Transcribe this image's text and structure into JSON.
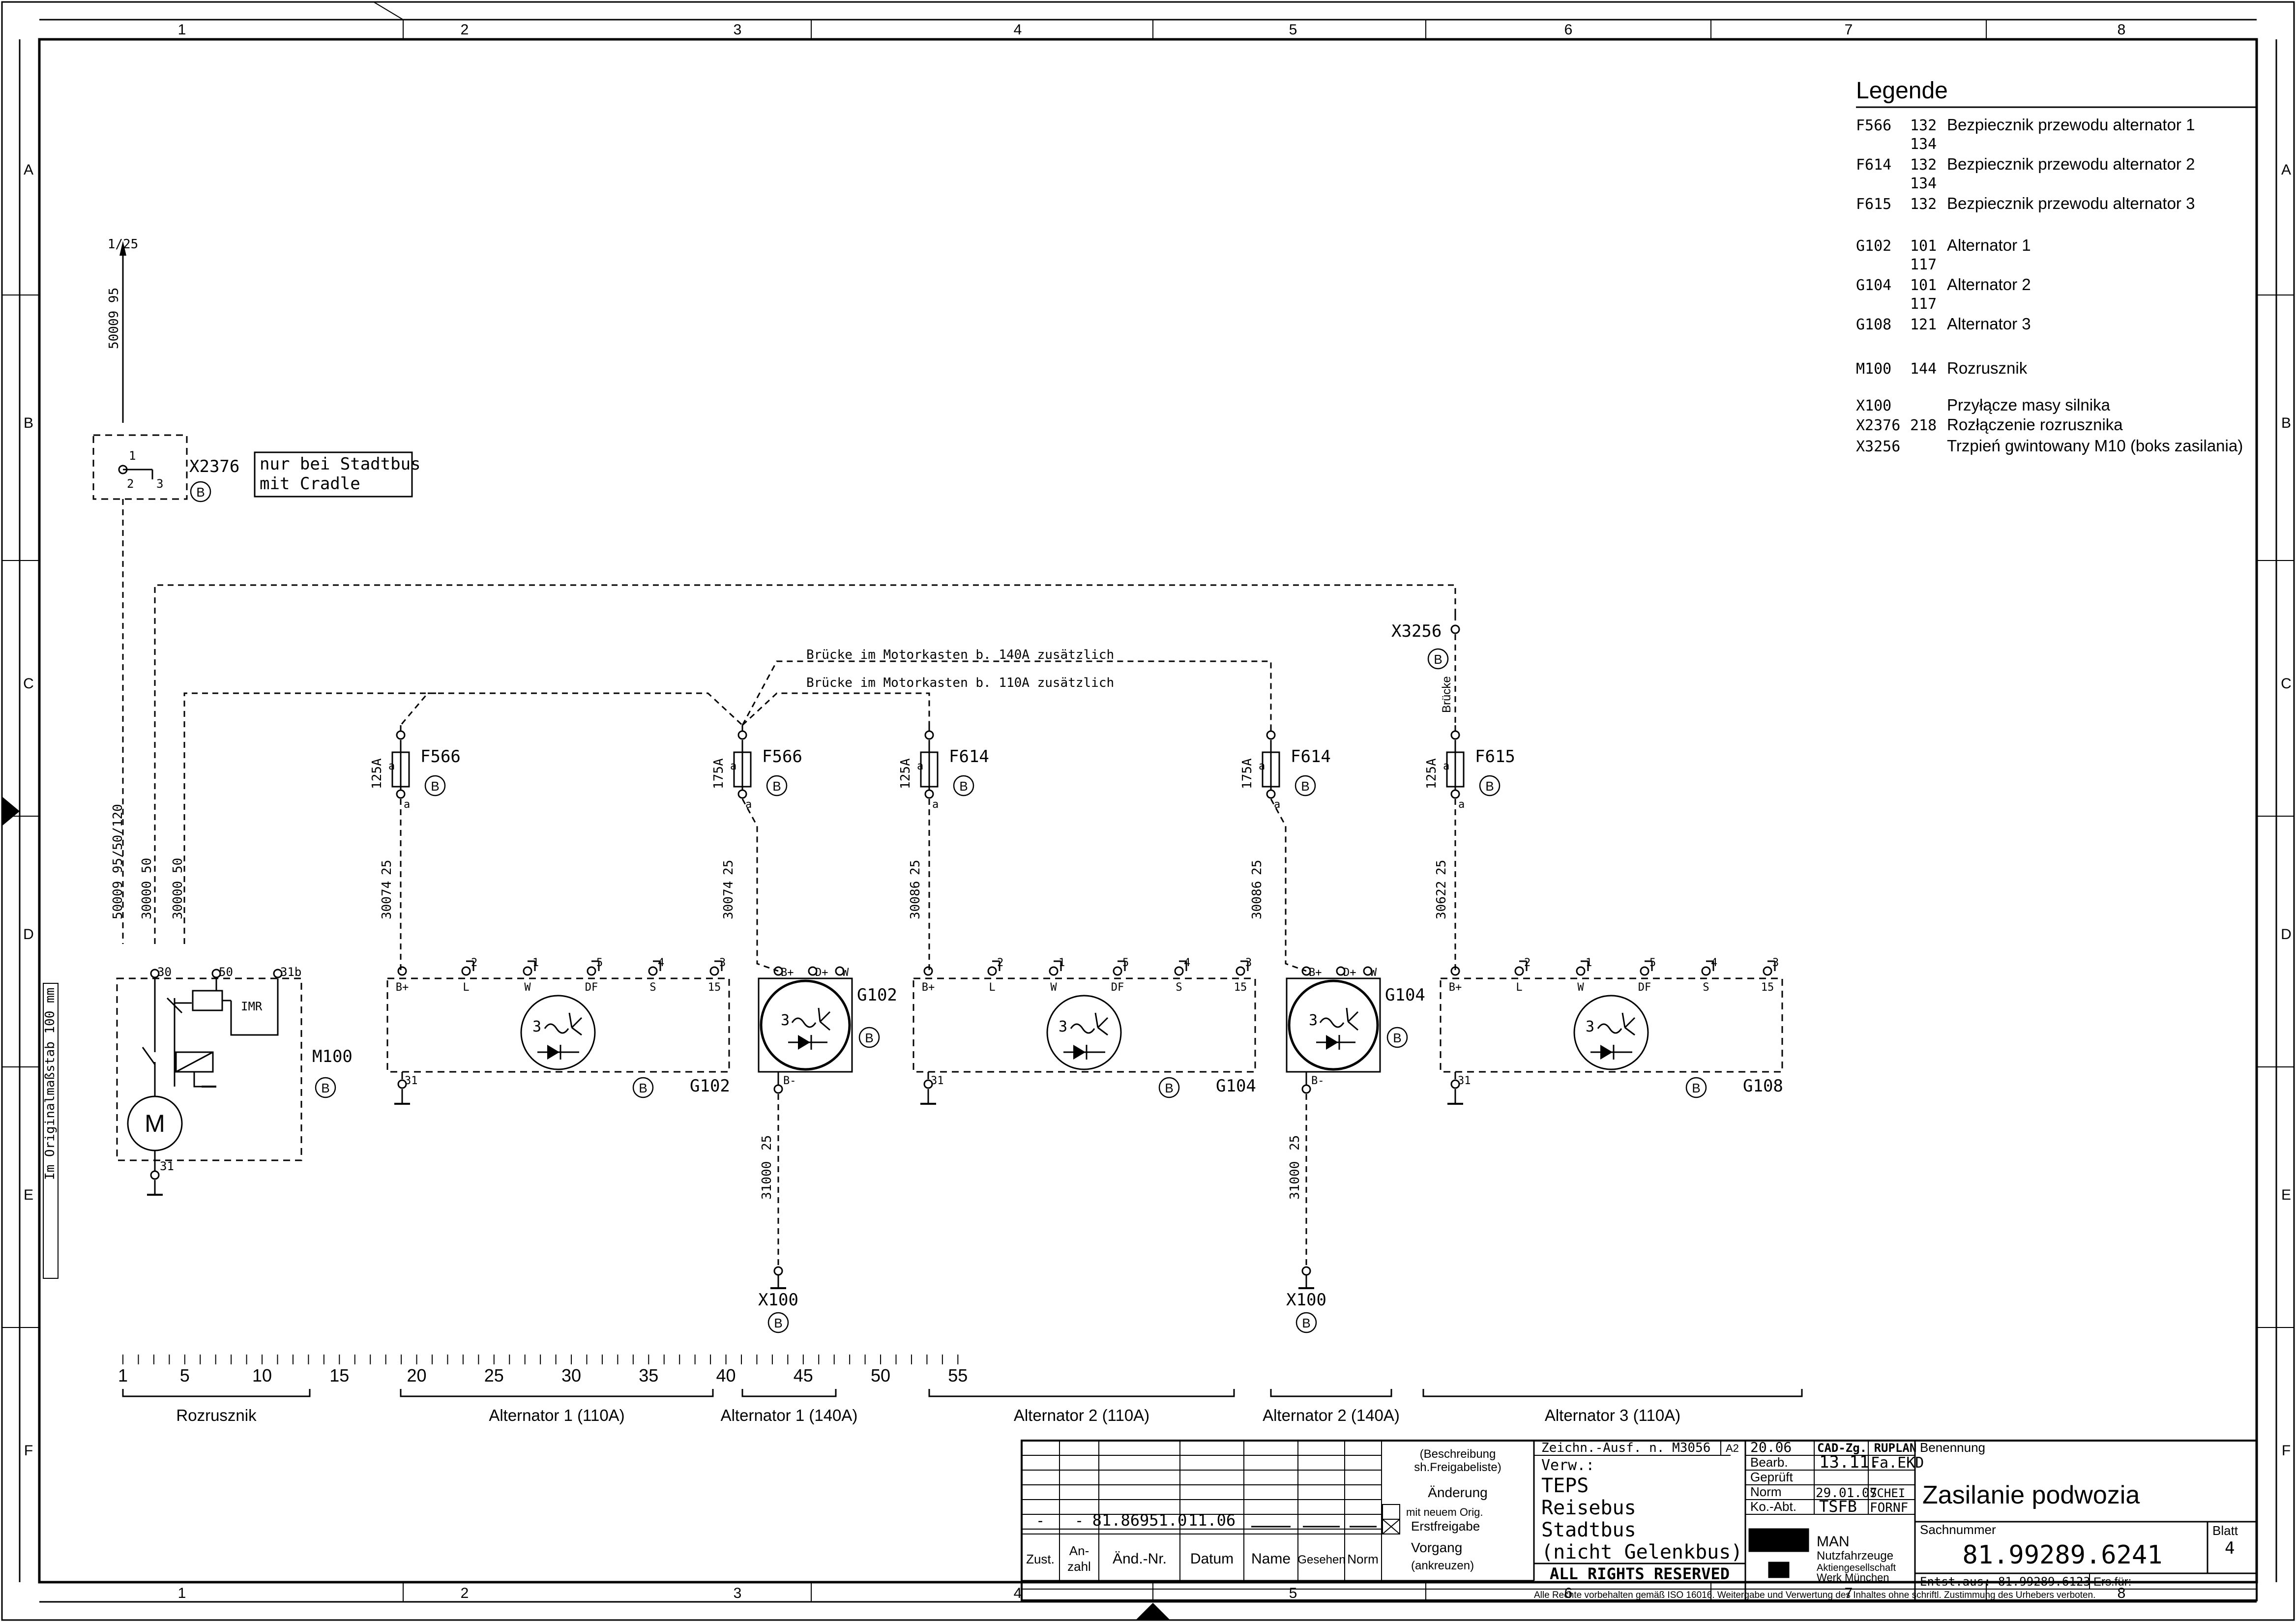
{
  "frame": {
    "cols": [
      "1",
      "2",
      "3",
      "4",
      "5",
      "6",
      "7",
      "8"
    ],
    "rows": [
      "A",
      "B",
      "C",
      "D",
      "E",
      "F"
    ],
    "scale_note": "Im Originalmaßstab 100 mm"
  },
  "legend": {
    "title": "Legende",
    "entries": [
      {
        "code": "F566",
        "ref": "132",
        "ref2": "134",
        "desc": "Bezpiecznik przewodu alternator 1"
      },
      {
        "code": "F614",
        "ref": "132",
        "ref2": "134",
        "desc": "Bezpiecznik przewodu alternator 2"
      },
      {
        "code": "F615",
        "ref": "132",
        "ref2": "",
        "desc": "Bezpiecznik przewodu alternator 3"
      },
      {
        "code": "G102",
        "ref": "101",
        "ref2": "117",
        "desc": "Alternator 1"
      },
      {
        "code": "G104",
        "ref": "101",
        "ref2": "117",
        "desc": "Alternator 2"
      },
      {
        "code": "G108",
        "ref": "121",
        "ref2": "",
        "desc": "Alternator 3"
      },
      {
        "code": "M100",
        "ref": "144",
        "ref2": "",
        "desc": "Rozrusznik"
      },
      {
        "code": "X100",
        "ref": "",
        "ref2": "",
        "desc": "Przyłącze masy silnika"
      },
      {
        "code": "X2376",
        "ref": "218",
        "ref2": "",
        "desc": "Rozłączenie rozrusznika"
      },
      {
        "code": "X3256",
        "ref": "",
        "ref2": "",
        "desc": "Trzpień gwintowany M10 (boks zasilania)"
      }
    ]
  },
  "diagram": {
    "ref_top": "1/25",
    "wire_top": "50009  95",
    "x2376": {
      "label": "X2376",
      "pins": [
        "1",
        "2",
        "3"
      ],
      "note_line1": "nur bei Stadtbus",
      "note_line2": "mit Cradle"
    },
    "bridge_140": "Brücke im Motorkasten b. 140A zusätzlich",
    "bridge_110": "Brücke im Motorkasten b. 110A zusätzlich",
    "x3256": "X3256",
    "bruecke": "Brücke",
    "circle_b": "B",
    "m100": {
      "label": "M100",
      "motor": "M",
      "pins": [
        "30",
        "50",
        "31b",
        "31"
      ],
      "imr": "IMR",
      "wires": [
        "50009  95/50/120",
        "30000  50",
        "30000  50"
      ]
    },
    "fuses": [
      {
        "label": "F566",
        "rating": "125A",
        "wire": "30074",
        "cs": "25"
      },
      {
        "label": "F566",
        "rating": "175A",
        "wire": "30074",
        "cs": "25"
      },
      {
        "label": "F614",
        "rating": "125A",
        "wire": "30086",
        "cs": "25"
      },
      {
        "label": "F614",
        "rating": "175A",
        "wire": "30086",
        "cs": "25"
      },
      {
        "label": "F615",
        "rating": "125A",
        "wire": "30622",
        "cs": "25"
      }
    ],
    "fuse_pin": "a",
    "alt110_pins": [
      "B+",
      "L",
      "W",
      "DF",
      "S",
      "15"
    ],
    "alt110_pin_nums": [
      "2",
      "1",
      "5",
      "4",
      "3"
    ],
    "alt140_pins": [
      "B+",
      "D+",
      "W"
    ],
    "pin_31": "31",
    "pin_bminus": "B-",
    "alternators": [
      {
        "label": "G102",
        "variant": "110A"
      },
      {
        "label": "G102",
        "variant": "140A"
      },
      {
        "label": "G104",
        "variant": "110A"
      },
      {
        "label": "G104",
        "variant": "140A"
      },
      {
        "label": "G108",
        "variant": "110A"
      }
    ],
    "ground": {
      "label": "X100",
      "wire": "31000",
      "cs": "25"
    },
    "three": "3"
  },
  "scale": {
    "ticks": [
      "1",
      "5",
      "10",
      "15",
      "20",
      "25",
      "30",
      "35",
      "40",
      "45",
      "50",
      "55"
    ],
    "groups": [
      "Rozrusznik",
      "Alternator 1 (110A)",
      "Alternator 1 (140A)",
      "Alternator 2 (110A)",
      "Alternator 2 (140A)",
      "Alternator 3 (110A)"
    ]
  },
  "titleblock": {
    "beschreibung": "(Beschreibung",
    "freigabe": "sh.Freigabeliste)",
    "aenderung": "Änderung",
    "mit_neuem": "mit neuem Orig.",
    "erstfreigabe": "Erstfreigabe",
    "vorgang": "Vorgang",
    "ankreuzen": "(ankreuzen)",
    "row_dash1": "-",
    "row_dash2": "-",
    "aend_nr": "81.86951.0",
    "datum": "11.06",
    "col_zust": "Zust.",
    "col_anzahl1": "An-",
    "col_anzahl2": "zahl",
    "col_aendnr": "Änd.-Nr.",
    "col_datum": "Datum",
    "col_name": "Name",
    "col_gesehen": "Gesehen",
    "col_norm": "Norm",
    "zeichn": "Zeichn.-Ausf. n. M3056",
    "a2": "A2",
    "d1": "20.06",
    "cad": "CAD-Zg. RUPLAN",
    "verw": "Verw.:",
    "teps": "TEPS",
    "reisebus": "Reisebus",
    "stadtbus": "Stadtbus",
    "gelenkbus": "(nicht Gelenkbus)",
    "bearb": "Bearb.",
    "bearb_date": "13.11.",
    "bearb_name": "Fa.EKD",
    "geprueft": "Geprüft",
    "norm": "Norm",
    "norm_date": "29.01.07",
    "norm_name": "SCHEI",
    "koabt": "Ko.-Abt.",
    "koabt_val": "TSFB",
    "koabt_name": "FORNF",
    "benennung": "Benennung",
    "title": "Zasilanie podwozia",
    "sachnummer": "Sachnummer",
    "number": "81.99289.6241",
    "blatt": "Blatt",
    "blatt_val": "4",
    "man": "MAN",
    "man_l1": "MAN",
    "man_l2": "Nutzfahrzeuge",
    "man_l3": "Aktiengesellschaft",
    "man_l4": "Werk München",
    "entst": "Entst.aus: 81.99289.6123",
    "ersfuer": "Ers.für:",
    "rights": "ALL RIGHTS RESERVED",
    "iso_note": "Alle Rechte vorbehalten gemäß ISO 16016. Weitergabe und Verwertung des Inhaltes ohne schriftl. Zustimmung des Urhebers verboten."
  }
}
